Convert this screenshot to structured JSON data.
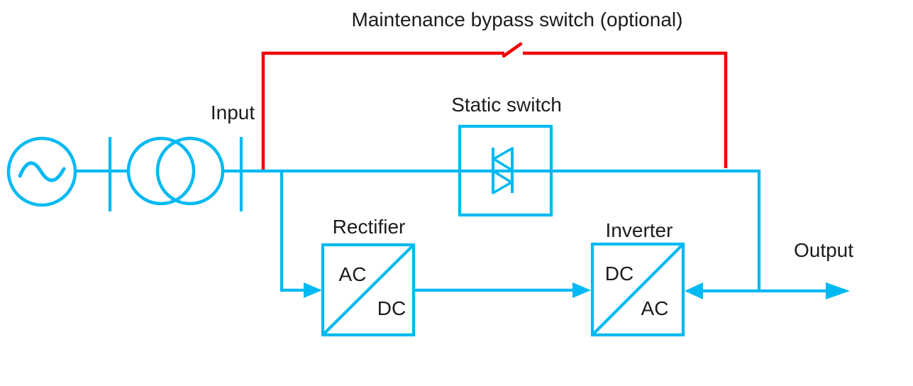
{
  "diagram": {
    "title": "Maintenance bypass switch (optional)",
    "labels": {
      "input": "Input",
      "output": "Output",
      "static_switch": "Static switch",
      "rectifier": "Rectifier",
      "inverter": "Inverter"
    },
    "rectifier_box": {
      "top_left": "AC",
      "bottom_right": "DC"
    },
    "inverter_box": {
      "top_left": "DC",
      "bottom_right": "AC"
    },
    "colors": {
      "line": "#00b9f2",
      "bypass": "#f20000",
      "text": "#1c1c1c",
      "background": "#ffffff"
    }
  }
}
